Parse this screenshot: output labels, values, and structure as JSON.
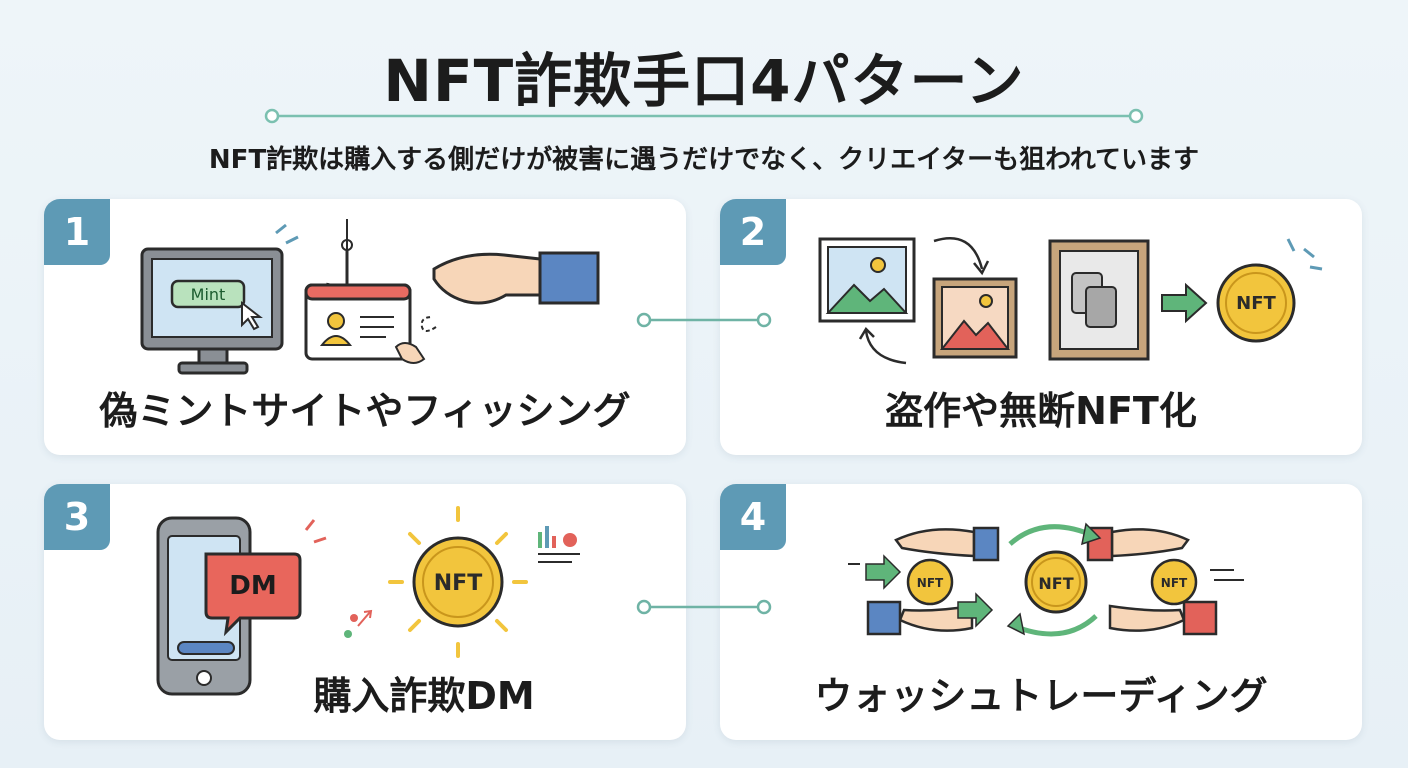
{
  "header": {
    "title": "NFT詐欺手口4パターン",
    "subtitle": "NFT詐欺は購入する側だけが被害に遇うだけでなく、クリエイターも狙われています"
  },
  "cards": [
    {
      "number": "1",
      "label": "偽ミントサイトやフィッシング",
      "mint_button": "Mint"
    },
    {
      "number": "2",
      "label": "盗作や無断NFT化",
      "coin_text": "NFT"
    },
    {
      "number": "3",
      "label": "購入詐欺DM",
      "dm_text": "DM",
      "coin_text": "NFT"
    },
    {
      "number": "4",
      "label": "ウォッシュトレーディング",
      "coin_text": "NFT"
    }
  ],
  "colors": {
    "accent": "#5e9ab5",
    "connector": "#6fb3a5",
    "coin": "#f2c53d",
    "green": "#5fb57a",
    "red": "#e2625a"
  }
}
